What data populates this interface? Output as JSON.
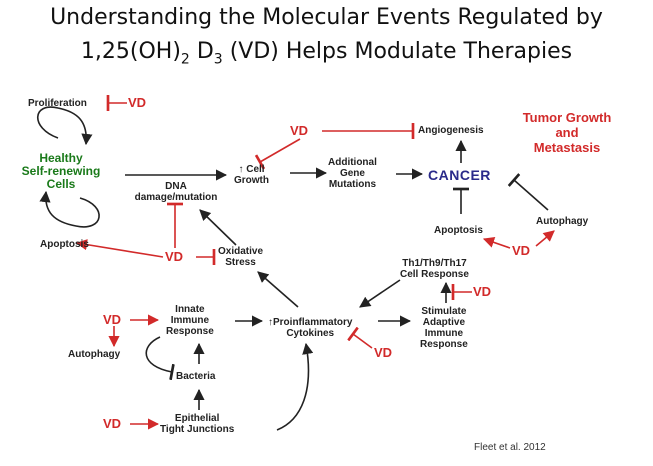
{
  "title": {
    "line1": "Understanding the Molecular Events Regulated by",
    "line2_pre": "1,25(OH)",
    "line2_sub": "2",
    "line2_mid": " D",
    "line2_sub2": "3",
    "line2_post": " (VD) Helps Modulate Therapies"
  },
  "nodes": {
    "proliferation": "Proliferation",
    "healthy_l1": "Healthy",
    "healthy_l2": "Self-renewing",
    "healthy_l3": "Cells",
    "apoptosis_left": "Apoptosis",
    "dna_l1": "DNA",
    "dna_l2": "damage/mutation",
    "cell_growth_l1": "Cell",
    "cell_growth_l2": "Growth",
    "oxidative_l1": "Oxidative",
    "oxidative_l2": "Stress",
    "additional_l1": "Additional",
    "additional_l2": "Gene",
    "additional_l3": "Mutations",
    "angiogenesis": "Angiogenesis",
    "cancer": "CANCER",
    "tumor_l1": "Tumor Growth",
    "tumor_l2": "and",
    "tumor_l3": "Metastasis",
    "apoptosis_right": "Apoptosis",
    "autophagy_right": "Autophagy",
    "th_l1": "Th1/Th9/Th17",
    "th_l2": "Cell Response",
    "stimulate_l1": "Stimulate",
    "stimulate_l2": "Adaptive",
    "stimulate_l3": "Immune",
    "stimulate_l4": "Response",
    "innate_l1": "Innate",
    "innate_l2": "Immune",
    "innate_l3": "Response",
    "proinflam_l1": "Proinflammatory",
    "proinflam_l2": "Cytokines",
    "autophagy_left": "Autophagy",
    "bacteria": "Bacteria",
    "epithelial_l1": "Epithelial",
    "epithelial_l2": "Tight Junctions",
    "up_arrow": "↑"
  },
  "vd_label": "VD",
  "citation": "Fleet et al. 2012",
  "colors": {
    "vd_red": "#d22a2a",
    "healthy_green": "#1a7a1a",
    "cancer_blue": "#2a2a8a",
    "arrow_black": "#222222"
  }
}
